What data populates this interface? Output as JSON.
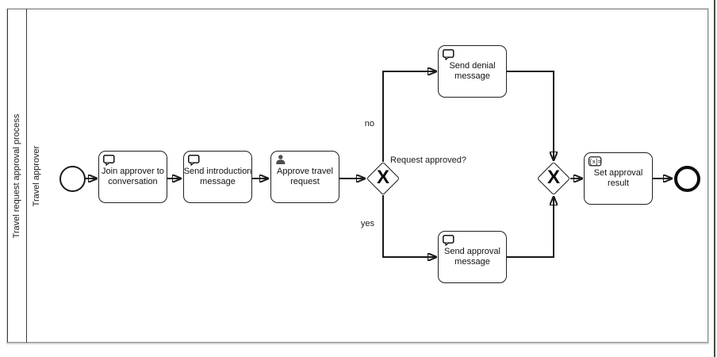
{
  "diagram": {
    "pool_label": "Travel request approval process",
    "lane_label": "Travel approver"
  },
  "tasks": {
    "join": {
      "line1": "Join approver to",
      "line2": "conversation"
    },
    "intro": {
      "line1": "Send introduction",
      "line2": "message"
    },
    "approve": {
      "line1": "Approve travel",
      "line2": "request"
    },
    "denial": {
      "line1": "Send denial",
      "line2": "message"
    },
    "approval": {
      "line1": "Send approval",
      "line2": "message"
    },
    "result": {
      "line1": "Set approval",
      "line2": "result"
    }
  },
  "gateways": {
    "split": {
      "label": "Request approved?",
      "marker": "X"
    },
    "merge": {
      "marker": "X"
    }
  },
  "flow_labels": {
    "no": "no",
    "yes": "yes"
  },
  "icons": {
    "message_tasks": "message-icon",
    "approve_task": "user-icon",
    "result_task": "script-icon",
    "script_glyph": "[x]="
  },
  "colors": {
    "stroke": "#1a1a1a",
    "shape_fill": "#ffffff",
    "frame_border": "#d4d4d4",
    "user_icon_fill": "#4d4d4d"
  }
}
